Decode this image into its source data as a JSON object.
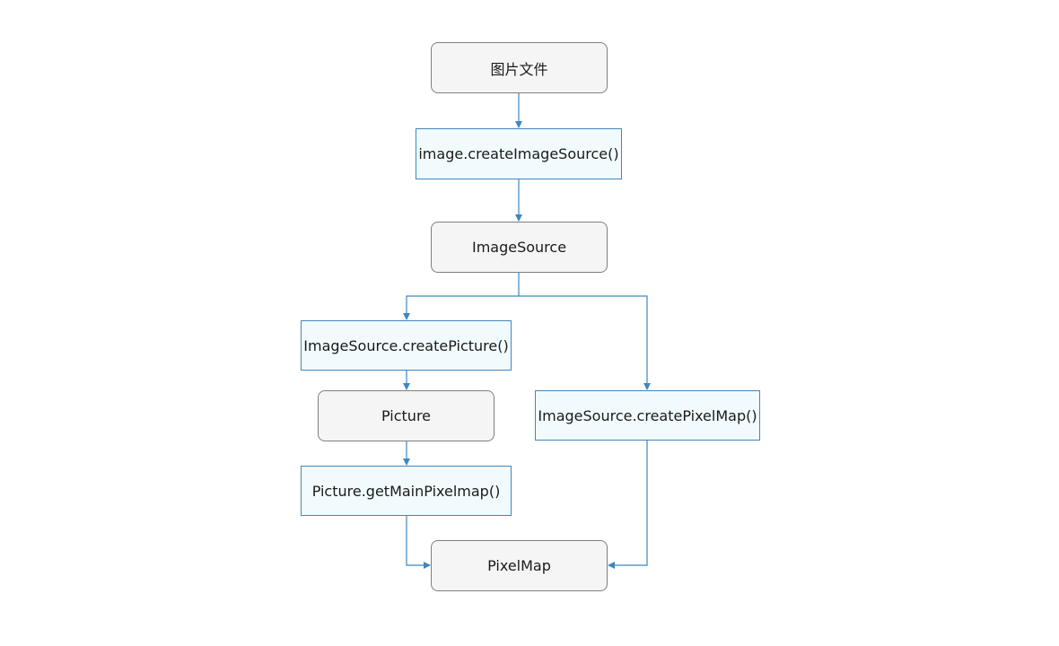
{
  "diagram": {
    "nodes": {
      "image_file": "图片文件",
      "create_image_source": "image.createImageSource()",
      "image_source": "ImageSource",
      "create_picture": "ImageSource.createPicture()",
      "picture": "Picture",
      "get_main_pixelmap": "Picture.getMainPixelmap()",
      "create_pixel_map": "ImageSource.createPixelMap()",
      "pixel_map": "PixelMap"
    },
    "edges": [
      {
        "from": "image_file",
        "to": "create_image_source"
      },
      {
        "from": "create_image_source",
        "to": "image_source"
      },
      {
        "from": "image_source",
        "to": "create_picture"
      },
      {
        "from": "image_source",
        "to": "create_pixel_map"
      },
      {
        "from": "create_picture",
        "to": "picture"
      },
      {
        "from": "picture",
        "to": "get_main_pixelmap"
      },
      {
        "from": "get_main_pixelmap",
        "to": "pixel_map"
      },
      {
        "from": "create_pixel_map",
        "to": "pixel_map"
      }
    ],
    "colors": {
      "connector": "#3f86c0",
      "data_node_fill": "#f5f5f5",
      "data_node_border": "#7f7f7f",
      "api_node_fill": "#f1fbfd",
      "api_node_border": "#3f86c0"
    }
  }
}
